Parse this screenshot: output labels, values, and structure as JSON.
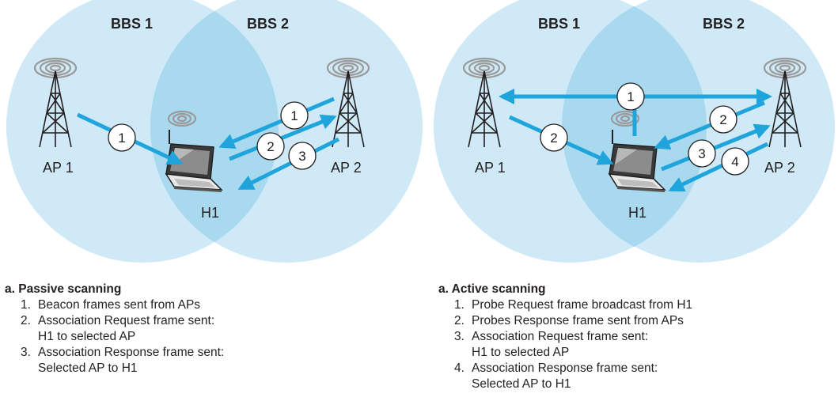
{
  "colors": {
    "bss_fill": "#cfe9f6",
    "overlap_fill": "#a9d9ef",
    "arrow": "#1fa5dc",
    "text": "#231f20"
  },
  "passive": {
    "bss1_label": "BBS 1",
    "bss2_label": "BBS 2",
    "ap1_label": "AP 1",
    "ap2_label": "AP 2",
    "host_label": "H1",
    "steps": [
      "1",
      "1",
      "2",
      "3"
    ],
    "caption_title": "a. Passive scanning",
    "caption_items": [
      {
        "num": "1.",
        "lines": [
          "Beacon frames sent from APs"
        ]
      },
      {
        "num": "2.",
        "lines": [
          "Association Request frame sent:",
          "H1 to selected AP"
        ]
      },
      {
        "num": "3.",
        "lines": [
          "Association Response frame sent:",
          "Selected AP to H1"
        ]
      }
    ]
  },
  "active": {
    "bss1_label": "BBS 1",
    "bss2_label": "BBS 2",
    "ap1_label": "AP 1",
    "ap2_label": "AP 2",
    "host_label": "H1",
    "steps": [
      "1",
      "2",
      "2",
      "3",
      "4"
    ],
    "caption_title": "a. Active scanning",
    "caption_items": [
      {
        "num": "1.",
        "lines": [
          "Probe Request frame broadcast from H1"
        ]
      },
      {
        "num": "2.",
        "lines": [
          "Probes Response frame sent from APs"
        ]
      },
      {
        "num": "3.",
        "lines": [
          "Association Request frame sent:",
          "H1 to selected AP"
        ]
      },
      {
        "num": "4.",
        "lines": [
          "Association Response frame sent:",
          "Selected AP to H1"
        ]
      }
    ]
  }
}
